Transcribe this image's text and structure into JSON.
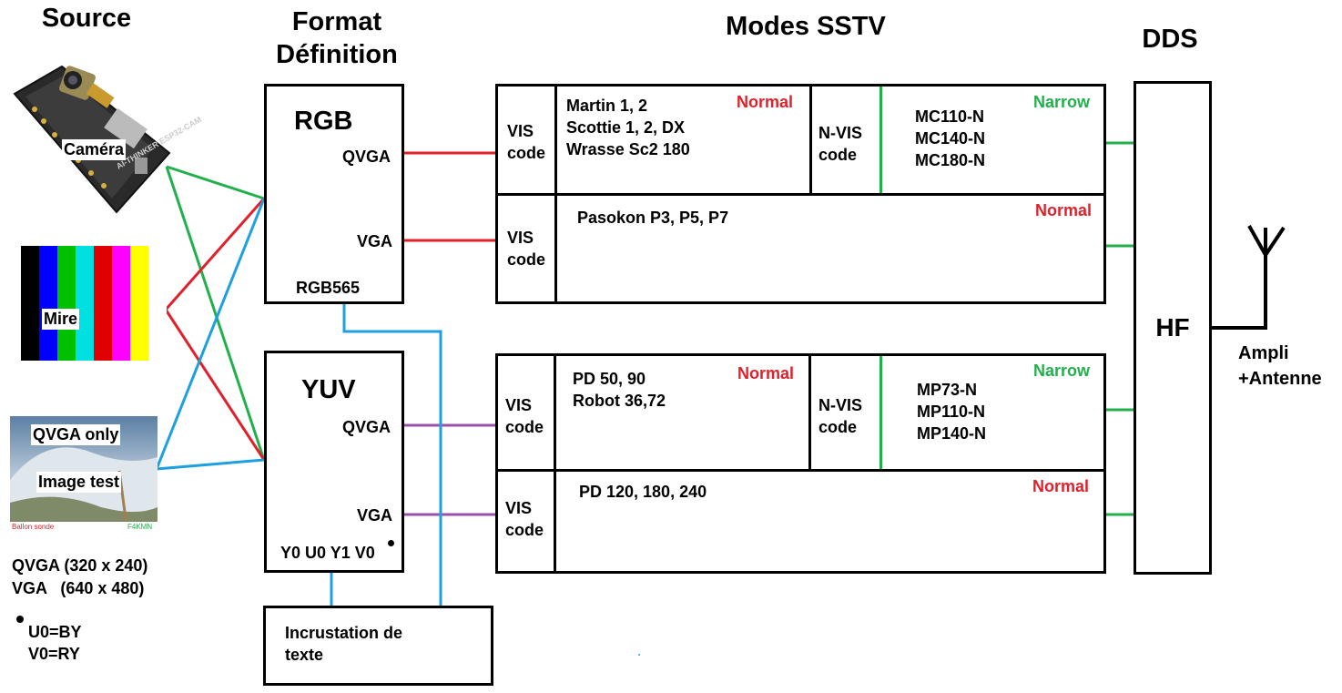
{
  "headers": {
    "source": "Source",
    "format_line1": "Format",
    "format_line2": "Définition",
    "modes": "Modes SSTV",
    "dds": "DDS"
  },
  "sources": {
    "camera": "Caméra",
    "camera_brand": "AI-THINKER ESP32-CAM",
    "mire": "Mire",
    "mire_colors": [
      "#000000",
      "#0000ff",
      "#00c000",
      "#00e0e0",
      "#e00000",
      "#ff00ff",
      "#ffff00",
      "#ffffff"
    ],
    "image_qvga_only": "QVGA only",
    "image_test": "Image test",
    "image_caption_left": "Ballon sonde",
    "image_caption_right": "F4KMN"
  },
  "notes": {
    "qvga": "QVGA (320 x 240)",
    "vga": "VGA   (640 x 480)",
    "u0": "U0=BY",
    "v0": "V0=RY"
  },
  "formats": {
    "rgb": {
      "title": "RGB",
      "qvga": "QVGA",
      "vga": "VGA",
      "footer": "RGB565"
    },
    "yuv": {
      "title": "YUV",
      "qvga": "QVGA",
      "vga": "VGA",
      "footer": "Y0 U0 Y1 V0"
    }
  },
  "incrustation": {
    "line1": "Incrustation de",
    "line2": "texte"
  },
  "modes": {
    "rgb_qvga": {
      "vis_line1": "VIS",
      "vis_line2": "code",
      "lines": [
        "Martin 1, 2",
        "Scottie 1, 2, DX",
        "Wrasse Sc2 180"
      ],
      "tag": "Normal",
      "nvis_line1": "N-VIS",
      "nvis_line2": "code",
      "narrow_tag": "Narrow",
      "narrow_lines": [
        "MC110-N",
        "MC140-N",
        "MC180-N"
      ]
    },
    "rgb_vga": {
      "vis_line1": "VIS",
      "vis_line2": "code",
      "lines": [
        "Pasokon P3, P5, P7"
      ],
      "tag": "Normal"
    },
    "yuv_qvga": {
      "vis_line1": "VIS",
      "vis_line2": "code",
      "lines": [
        "PD 50, 90",
        "Robot 36,72"
      ],
      "tag": "Normal",
      "nvis_line1": "N-VIS",
      "nvis_line2": "code",
      "narrow_tag": "Narrow",
      "narrow_lines": [
        "MP73-N",
        "MP110-N",
        "MP140-N"
      ]
    },
    "yuv_vga": {
      "vis_line1": "VIS",
      "vis_line2": "code",
      "lines": [
        "PD 120, 180, 240"
      ],
      "tag": "Normal"
    }
  },
  "hf": {
    "label": "HF"
  },
  "antenna": {
    "line1": "Ampli",
    "line2": "+Antenne"
  },
  "colors": {
    "red_wire": "#e0202a",
    "green_wire": "#21b04b",
    "blue_wire": "#1ea0e0",
    "purple_wire": "#9c4fa8",
    "normal_text": "#e0202a",
    "narrow_text": "#21b04b"
  }
}
